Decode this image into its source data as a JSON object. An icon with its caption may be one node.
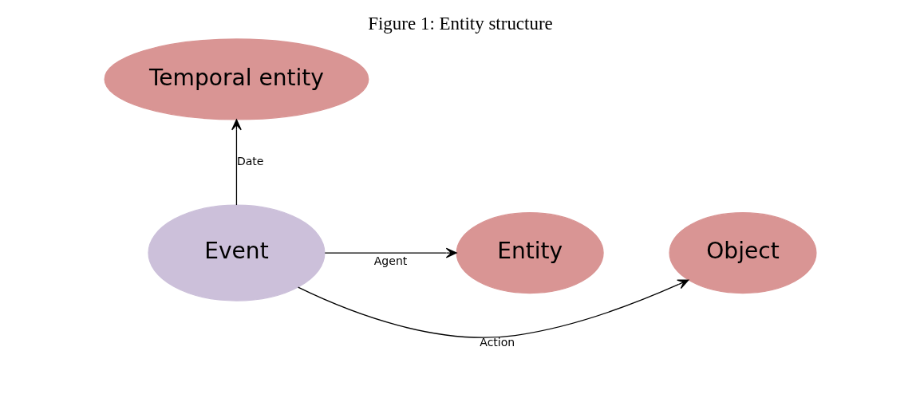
{
  "diagram": {
    "title": "Figure 1: Entity structure",
    "nodes": [
      {
        "text": [
          "Temporal entity"
        ]
      },
      {
        "text": [
          "Object"
        ]
      },
      {
        "text": [
          "Event"
        ]
      },
      {
        "text": [
          "Entity"
        ]
      }
    ],
    "edges": [
      {
        "from": 2,
        "to": 0,
        "arrow": "to",
        "label": "Date"
      },
      {
        "from": 2,
        "to": 1,
        "arrow": "to",
        "label": "Action"
      },
      {
        "from": 2,
        "to": 3,
        "arrow": "to",
        "label": "Agent"
      }
    ]
  }
}
